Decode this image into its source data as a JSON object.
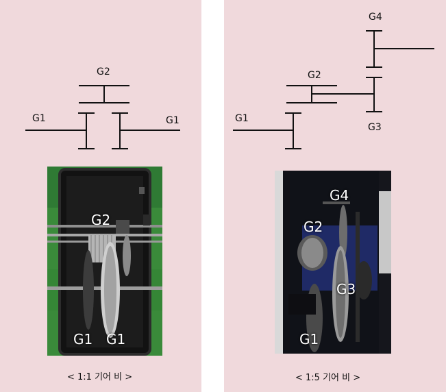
{
  "left": {
    "diagram_labels": {
      "top_gear": "G2",
      "left_gear": "G1",
      "right_gear": "G1"
    },
    "photo_labels": {
      "upper": "G2",
      "bottom_left": "G1",
      "bottom_right": "G1"
    },
    "caption": "< 1:1 기어 비 >"
  },
  "right": {
    "diagram_labels": {
      "g4": "G4",
      "g2": "G2",
      "g1": "G1",
      "g3": "G3"
    },
    "photo_labels": {
      "g4": "G4",
      "g2": "G2",
      "g3": "G3",
      "g1": "G1"
    },
    "caption": "< 1:5 기어 비 >"
  },
  "colors": {
    "panel_bg": "#f0d9dc",
    "line": "#111111",
    "label_on_photo": "#ffffff"
  }
}
